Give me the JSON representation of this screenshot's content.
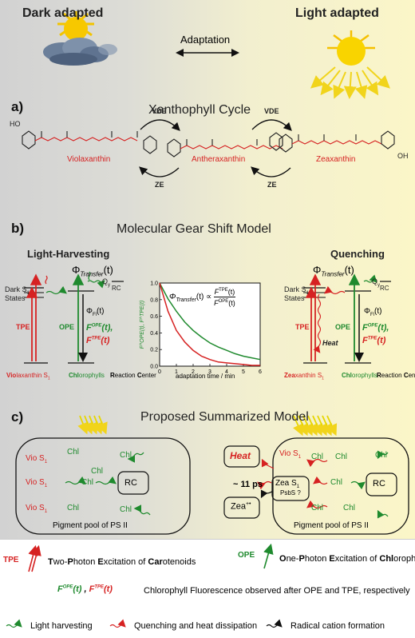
{
  "top": {
    "dark_label": "Dark adapted",
    "light_label": "Light adapted",
    "adaptation_label": "Adaptation"
  },
  "section_a": {
    "letter": "a)",
    "title": "Xanthophyll Cycle",
    "vde1": "VDE",
    "ze1": "ZE",
    "vde2": "VDE",
    "ze2": "ZE",
    "violaxanthin": "Violaxanthin",
    "antheraxanthin": "Antheraxanthin",
    "zeaxanthin": "Zeaxanthin",
    "oh": "OH",
    "ho": "HO"
  },
  "section_b": {
    "letter": "b)",
    "title": "Molecular Gear Shift Model",
    "left_heading": "Light-Harvesting",
    "right_heading": "Quenching",
    "phi_transfer": "Φ",
    "phi_transfer_sub": "Transfer",
    "phi_t": "(t)",
    "dark_s1": "Dark S",
    "states": "States",
    "qy": "Q",
    "qy_sub": "y",
    "rc": "RC",
    "tpe": "TPE",
    "ope": "OPE",
    "phi_fl": "Φ",
    "phi_fl_sub": "Fl",
    "f_ope": "F",
    "f_ope_sup": "OPE",
    "f_tpe": "F",
    "f_tpe_sup": "TPE",
    "paren_t": "(t)",
    "heat": "Heat",
    "left_caption_1": "Vio",
    "left_caption_2": "laxanthin S",
    "chl_caption_1": "Chl",
    "chl_caption_2": "orophylls",
    "rc_caption_1": "R",
    "rc_caption_2": "eaction ",
    "rc_caption_3": "C",
    "rc_caption_4": "enter",
    "right_caption_1": "Zea",
    "right_caption_2": "xanthin S"
  },
  "chart_data": {
    "type": "line",
    "xlabel": "adaptation time / min",
    "ylabel": "F^OPE(t), F^TPE(t)",
    "xlim": [
      0,
      6
    ],
    "ylim": [
      0,
      1.0
    ],
    "xticks": [
      "0",
      "1",
      "2",
      "3",
      "4",
      "5",
      "6"
    ],
    "yticks": [
      "0.0",
      "0.2",
      "0.4",
      "0.6",
      "0.8",
      "1.0"
    ],
    "annotation": "Φ_Transfer(t) ∝ F^TPE(t) / F^OPE(t)",
    "x": [
      0,
      0.5,
      1,
      1.5,
      2,
      2.5,
      3,
      3.5,
      4,
      4.5,
      5,
      5.5,
      6
    ],
    "series": [
      {
        "name": "OPE",
        "color": "#1f8a2e",
        "values": [
          1.0,
          0.81,
          0.66,
          0.53,
          0.43,
          0.35,
          0.28,
          0.23,
          0.19,
          0.15,
          0.12,
          0.1,
          0.08
        ]
      },
      {
        "name": "TPE",
        "color": "#d62222",
        "values": [
          1.0,
          0.66,
          0.43,
          0.29,
          0.19,
          0.12,
          0.08,
          0.05,
          0.04,
          0.03,
          0.02,
          0.01,
          0.01
        ]
      }
    ]
  },
  "section_c": {
    "letter": "c)",
    "title": "Proposed Summarized Model",
    "left_box": {
      "vio": "Vio S",
      "chl": "Chl",
      "rc": "RC",
      "caption": "Pigment pool of PS II"
    },
    "right_box": {
      "heat": "Heat",
      "vio": "Vio S",
      "zea": "Zea S",
      "psbs": "PsbS ?",
      "ps": "~ 11 ps",
      "zea_plus": "Zea",
      "zea_plus_sup": "+•",
      "chl": "Chl",
      "rc": "RC",
      "caption": "Pigment pool of PS II"
    }
  },
  "legend": {
    "tpe_tag": "TPE",
    "tpe_text": [
      {
        "t": "T",
        "b": true
      },
      {
        "t": "wo-",
        "b": false
      },
      {
        "t": "P",
        "b": true
      },
      {
        "t": "hoton ",
        "b": false
      },
      {
        "t": "E",
        "b": true
      },
      {
        "t": "xcitation of ",
        "b": false
      },
      {
        "t": "Car",
        "b": true
      },
      {
        "t": "otenoids",
        "b": false
      }
    ],
    "ope_tag": "OPE",
    "ope_text": [
      {
        "t": "O",
        "b": true
      },
      {
        "t": "ne-",
        "b": false
      },
      {
        "t": "P",
        "b": true
      },
      {
        "t": "hoton ",
        "b": false
      },
      {
        "t": "E",
        "b": true
      },
      {
        "t": "xcitation of ",
        "b": false
      },
      {
        "t": "Chl",
        "b": true
      },
      {
        "t": "orophylls",
        "b": false
      }
    ],
    "fl_ope": "F",
    "fl_ope_sup": "OPE",
    "fl_tpe": "F",
    "fl_tpe_sup": "TPE",
    "fl_t": "(t)",
    "fl_text": "Chlorophyll Fluorescence observed after OPE and TPE, respectively",
    "green_wave": "Light harvesting",
    "red_wave": "Quenching and heat dissipation",
    "black_wave": "Radical cation formation"
  }
}
